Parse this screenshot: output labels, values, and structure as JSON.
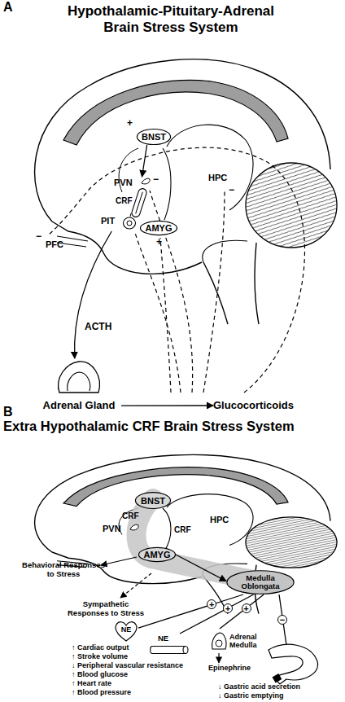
{
  "diagram": {
    "nodes": [
      {
        "text": [
          "BNST"
        ]
      },
      {
        "text": [
          "PVN"
        ]
      },
      {
        "text": [
          "PIT"
        ]
      },
      {
        "text": [
          "AMYG"
        ]
      },
      {
        "text": [
          "Adrenal Gland"
        ]
      },
      {
        "text": [
          "Glucocorticoids"
        ]
      },
      {
        "text": [
          "BNST"
        ]
      },
      {
        "text": [
          "PVN"
        ]
      },
      {
        "text": [
          "AMYG"
        ]
      },
      {
        "text": [
          "Medulla Oblongata"
        ]
      },
      {
        "text": [
          "NE"
        ]
      },
      {
        "text": [
          "NE"
        ]
      },
      {
        "text": [
          "Adrenal Medulla"
        ]
      }
    ],
    "edges": [
      {
        "from": 0,
        "to": 1,
        "arrow": "to"
      },
      {
        "from": 2,
        "to": 4,
        "label": "ACTH",
        "arrow": "to"
      },
      {
        "from": 4,
        "to": 5,
        "arrow": "to"
      },
      {
        "from": 8,
        "to": 9,
        "arrow": "to"
      },
      {
        "from": 9,
        "to": 10,
        "label": "+",
        "arrow": "none"
      },
      {
        "from": 9,
        "to": 11,
        "label": "+",
        "arrow": "none"
      },
      {
        "from": 9,
        "to": 12,
        "label": "+",
        "arrow": "none"
      }
    ],
    "labels": [
      "A",
      "Hypothalamic-Pituitary-Adrenal Brain Stress System",
      "+",
      "−",
      "PFC",
      "−",
      "CRF",
      "HPC",
      "−",
      "+",
      "B",
      "Extra Hypothalamic CRF Brain Stress System",
      "CRF",
      "HPC",
      "CRF",
      "Behavioral Responses to Stress",
      "Sympathetic Responses to Stress",
      "↑ Cardiac output",
      "↑ Stroke volume",
      "↓ Peripheral vascular resistance",
      "↑ Blood glucose",
      "↑ Heart rate",
      "↑ Blood pressure",
      "Epinephrine",
      "−",
      "↓ Gastric acid secretion",
      "↓ Gastric emptying"
    ]
  }
}
